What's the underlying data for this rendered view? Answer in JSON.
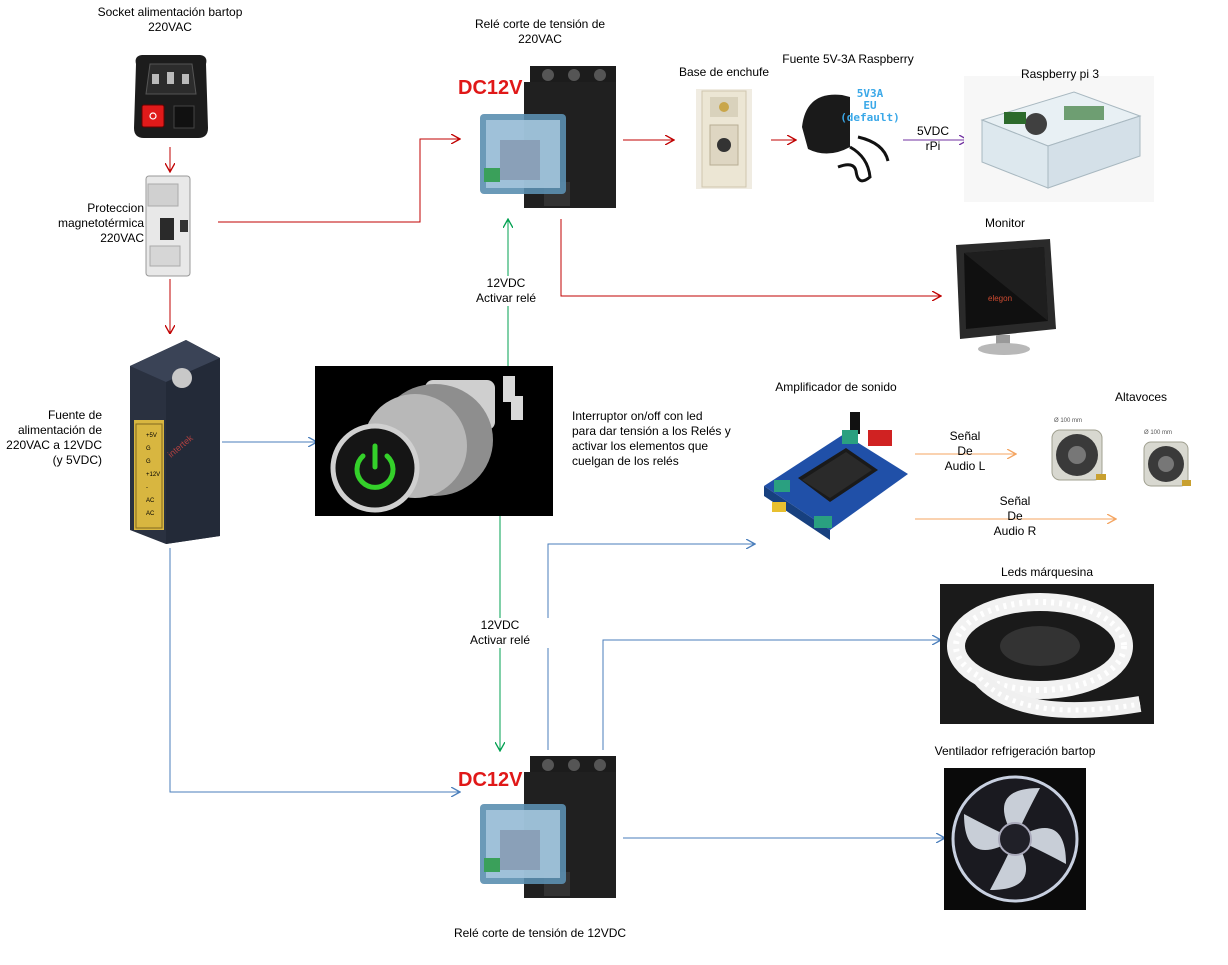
{
  "labels": {
    "socket": "Socket alimentación bartop\n220VAC",
    "protection": "Proteccion\nmagnetotérmica\n220VAC",
    "psu": "Fuente de\nalimentación de\n220VAC a 12VDC\n(y 5VDC)",
    "relay_top": "Relé corte de tensión de\n220VAC",
    "relay_bottom": "Relé corte de tensión de 12VDC",
    "base_enchufe": "Base de enchufe",
    "fuente_5v": "Fuente 5V-3A Raspberry",
    "raspberry": "Raspberry pi 3",
    "monitor": "Monitor",
    "amplifier": "Amplificador de sonido",
    "speakers": "Altavoces",
    "leds": "Leds márquesina",
    "fan": "Ventilador refrigeración bartop",
    "switch_desc": "Interruptor on/off con led\npara dar tensión a los Relés y\nactivar los elementos que\ncuelgan de los relés",
    "activate_top": "12VDC\nActivar relé",
    "activate_bottom": "12VDC\nActivar relé",
    "rpi_power": "5VDC\nrPi",
    "audio_l": "Señal\nDe\nAudio L",
    "audio_r": "Señal\nDe\nAudio R"
  },
  "image_text": {
    "relay_badge": "DC12V",
    "charger_text": "5V3A\nEU\n(default)",
    "speaker_dim": "Ø 100 mm",
    "psu_terminals": [
      "+5V",
      "G",
      "G",
      "+12V",
      "-",
      "AC",
      "AC"
    ]
  },
  "colors": {
    "ac_wire": "#c00000",
    "dc_wire": "#4a7ebb",
    "relay_signal": "#00a050",
    "rpi_wire": "#7030a0",
    "audio_wire": "#f4a460",
    "badge": "#e01818"
  }
}
